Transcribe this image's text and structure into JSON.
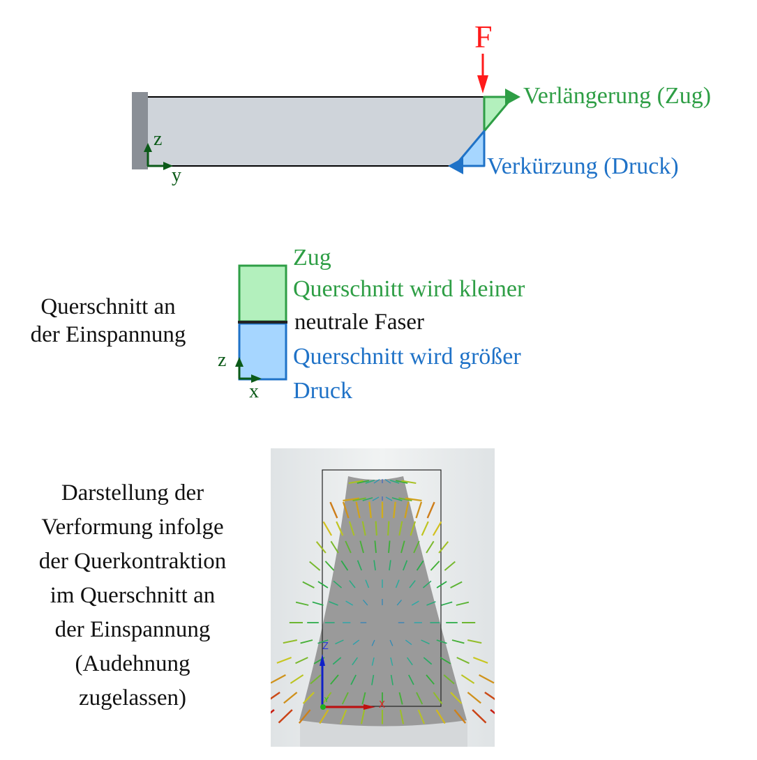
{
  "beam_diagram": {
    "force_label": "F",
    "tension_label": "Verlängerung (Zug)",
    "compression_label": "Verkürzung (Druck)",
    "axis_z": "z",
    "axis_y": "y"
  },
  "cross_section": {
    "caption_line1": "Querschnitt an",
    "caption_line2": "der Einspannung",
    "label_tension": "Zug",
    "label_smaller": "Querschnitt wird kleiner",
    "label_neutral": "neutrale Faser",
    "label_larger": "Querschnitt wird größer",
    "label_compression": "Druck",
    "axis_z": "z",
    "axis_x": "x"
  },
  "deformation_view": {
    "caption_lines": [
      "Darstellung der",
      "Verformung infolge",
      "der Querkontraktion",
      "im Querschnitt an",
      "der Einspannung",
      "(Audehnung",
      "zugelassen)"
    ],
    "axis_z": "Z",
    "axis_x": "X",
    "axis_y": "Y"
  },
  "colors": {
    "force": "#ff1a1a",
    "tension": "#2e9e45",
    "tension_fill": "#b3f0bd",
    "compression": "#1f72c7",
    "compression_fill": "#a6d6ff",
    "beam_fill": "#cfd4da",
    "support": "#8a8f96",
    "axis": "#0b5a18"
  }
}
